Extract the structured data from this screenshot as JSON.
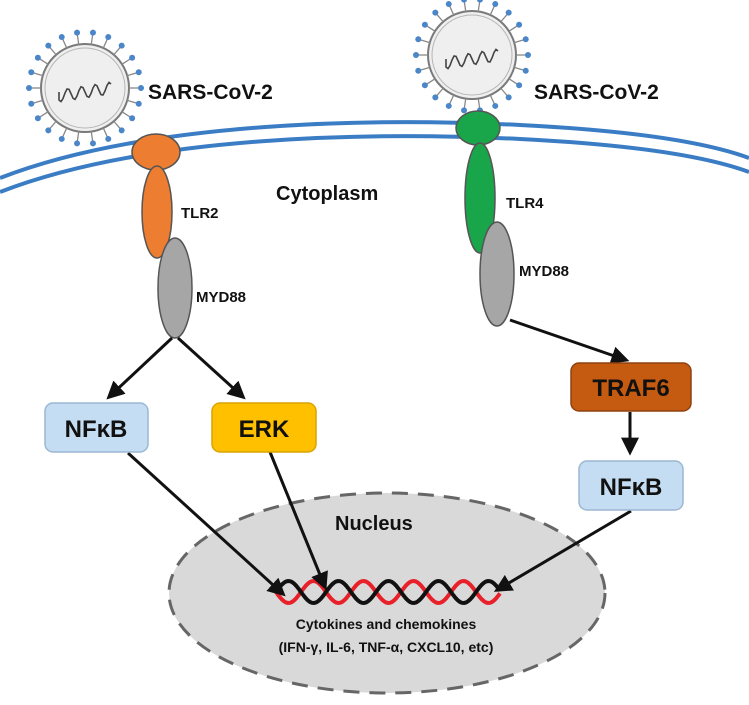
{
  "labels": {
    "virus_left": "SARS-CoV-2",
    "virus_right": "SARS-CoV-2",
    "cytoplasm": "Cytoplasm",
    "tlr2": "TLR2",
    "tlr4": "TLR4",
    "myd88_left": "MYD88",
    "myd88_right": "MYD88",
    "nfkb_left": "NFκB",
    "erk": "ERK",
    "traf6": "TRAF6",
    "nfkb_right": "NFκB",
    "nucleus": "Nucleus",
    "output_line1": "Cytokines and chemokines",
    "output_line2": "(IFN-γ, IL-6, TNF-α, CXCL10, etc)"
  },
  "colors": {
    "membrane": "#3b7dc4",
    "tlr2": "#ed7d31",
    "tlr4": "#19a64a",
    "myd88": "#a6a6a6",
    "nfkb_box": "#c5ddf2",
    "erk_box": "#ffc000",
    "traf6_box": "#c55a11",
    "nucleus_fill": "#d9d9d9",
    "dna_red": "#e8202a",
    "dna_black": "#111111",
    "spike": "#4a86c8"
  },
  "icons": [
    "virus-icon",
    "dna-helix-icon",
    "arrow-icon"
  ]
}
